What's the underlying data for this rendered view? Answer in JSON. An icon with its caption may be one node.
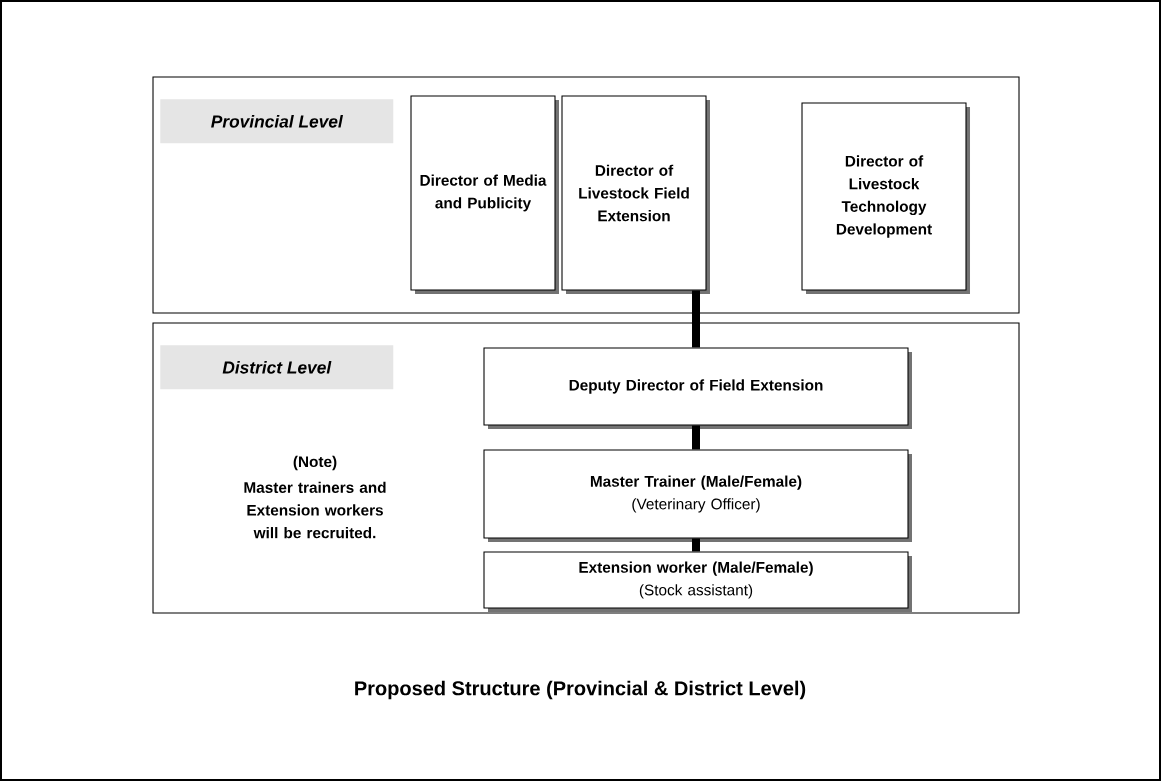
{
  "diagram": {
    "caption": "Proposed Structure (Provincial & District Level)",
    "nodes": [
      {
        "text": [
          "Provincial Level"
        ]
      },
      {
        "text": [
          "Director of Media and Publicity"
        ],
        "in": 0
      },
      {
        "text": [
          "Director of Livestock Field Extension"
        ],
        "in": 0
      },
      {
        "text": [
          "Director of Livestock Technology Development"
        ],
        "in": 0
      },
      {
        "text": [
          "District Level"
        ]
      },
      {
        "text": [
          "Deputy Director of Field Extension"
        ],
        "in": 4
      },
      {
        "text": [
          "Master Trainer (Male/Female)",
          "(Veterinary Officer)"
        ],
        "in": 4
      },
      {
        "text": [
          "Extension worker (Male/Female)",
          "(Stock assistant)"
        ],
        "in": 4
      }
    ],
    "edges": [
      {
        "from": 2,
        "to": 5,
        "arrow": "none"
      },
      {
        "from": 5,
        "to": 6,
        "arrow": "none"
      },
      {
        "from": 6,
        "to": 7,
        "arrow": "none"
      }
    ],
    "labels": [
      "(Note)",
      "Master trainers and Extension workers will be recruited."
    ]
  }
}
